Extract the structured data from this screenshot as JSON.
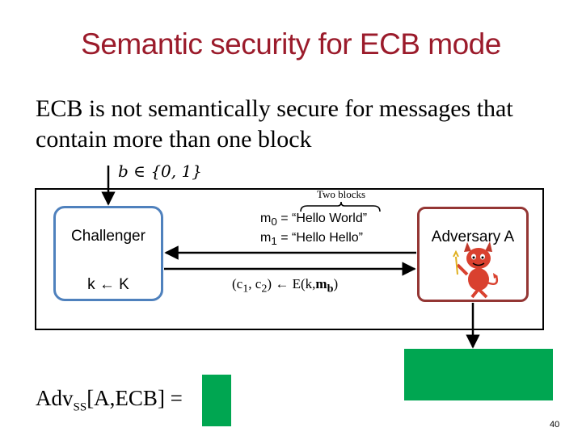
{
  "slide": {
    "title": "Semantic security for ECB mode",
    "body": "ECB is not semantically secure for messages that contain more than one block",
    "b_label": "b ∈ {0, 1}",
    "two_blocks_label": "Two blocks",
    "challenger": {
      "label": "Challenger",
      "key": "k ← K"
    },
    "adversary": {
      "label": "Adversary A"
    },
    "messages": {
      "m0_name": "m",
      "m0_sub": "0",
      "m0_value": " = “Hello World”",
      "m1_name": "m",
      "m1_sub": "1",
      "m1_value": " = “Hello Hello”"
    },
    "ciphertext": {
      "prefix": "(c",
      "c1_sub": "1",
      "middle": ", c",
      "c2_sub": "2",
      "suffix": ") ← E(k,",
      "mb": "m",
      "mb_sub": "b",
      "close": ")"
    },
    "advantage": {
      "prefix": "Adv",
      "sub": "SS",
      "suffix": "[A,ECB] ="
    },
    "page_number": "40",
    "colors": {
      "title": "#9b1b2b",
      "challenger_border": "#4f81bd",
      "adversary_border": "#943634",
      "green": "#00a651"
    },
    "icons": [
      "devil-mascot-icon"
    ]
  }
}
